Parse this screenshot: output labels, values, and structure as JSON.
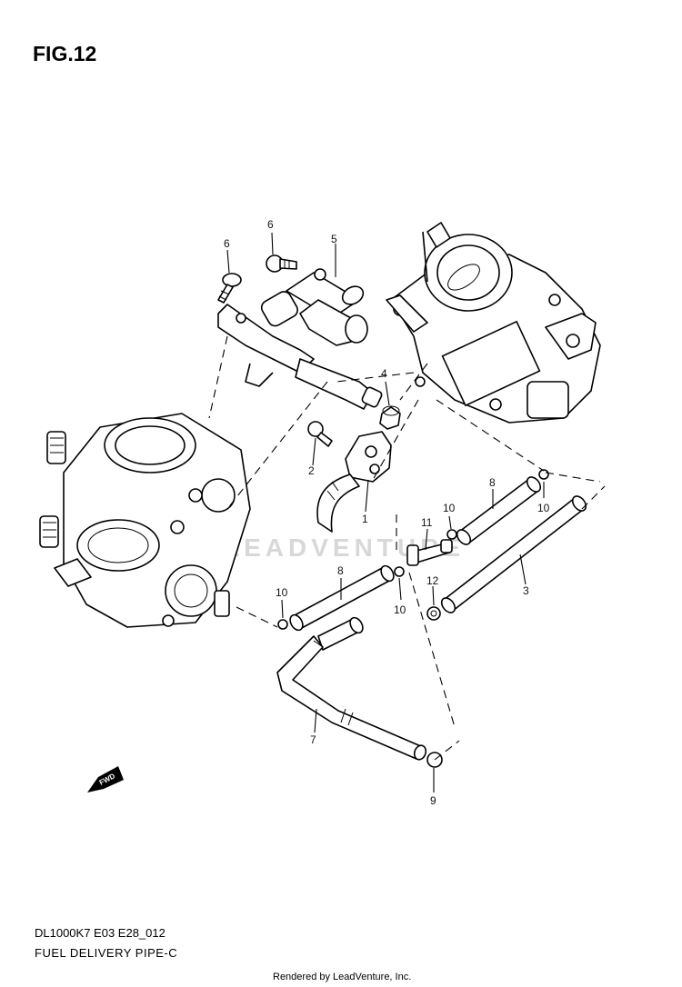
{
  "figure": {
    "title": "FIG.12",
    "code": "DL1000K7 E03 E28_012",
    "name": "FUEL DELIVERY PIPE-C",
    "rendered_by": "Rendered by LeadVenture, Inc.",
    "watermark": "LEADVENTURE",
    "fwd_label": "FWD"
  },
  "callouts": [
    {
      "id": "c1",
      "label": "1"
    },
    {
      "id": "c2",
      "label": "2"
    },
    {
      "id": "c3",
      "label": "3"
    },
    {
      "id": "c4",
      "label": "4"
    },
    {
      "id": "c5",
      "label": "5"
    },
    {
      "id": "c6a",
      "label": "6"
    },
    {
      "id": "c6b",
      "label": "6"
    },
    {
      "id": "c7",
      "label": "7"
    },
    {
      "id": "c8a",
      "label": "8"
    },
    {
      "id": "c8b",
      "label": "8"
    },
    {
      "id": "c9",
      "label": "9"
    },
    {
      "id": "c10a",
      "label": "10"
    },
    {
      "id": "c10b",
      "label": "10"
    },
    {
      "id": "c10c",
      "label": "10"
    },
    {
      "id": "c10d",
      "label": "10"
    },
    {
      "id": "c11",
      "label": "11"
    },
    {
      "id": "c12",
      "label": "12"
    }
  ]
}
